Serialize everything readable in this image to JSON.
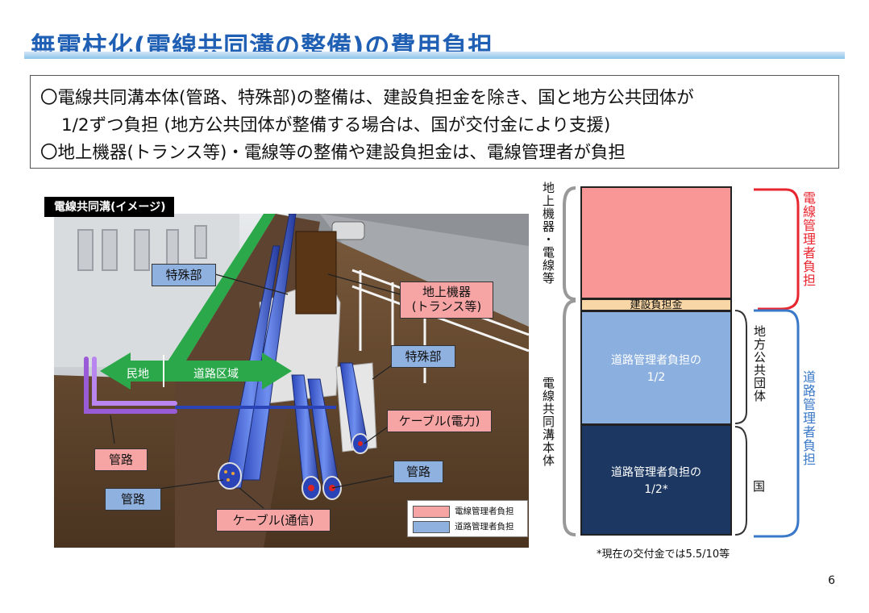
{
  "title": "無電柱化(電線共同溝の整備)の費用負担",
  "summary": {
    "line1": "〇電線共同溝本体(管路、特殊部)の整備は、建設負担金を除き、国と地方公共団体が",
    "line2": "1/2ずつ負担 (地方公共団体が整備する場合は、国が交付金により支援)",
    "line3": "〇地上機器(トランス等)・電線等の整備や建設負担金は、電線管理者が負担"
  },
  "illustration": {
    "label": "電線共同溝(イメージ)",
    "callouts": {
      "special_part_1": "特殊部",
      "ground_equipment": "地上機器\n(トランス等)",
      "special_part_2": "特殊部",
      "private_land": "民地",
      "road_area": "道路区域",
      "cable_power": "ケーブル(電力)",
      "pipe_1": "管路",
      "pipe_2": "管路",
      "pipe_3": "管路",
      "cable_comm": "ケーブル(通信)"
    },
    "legend": [
      {
        "label": "電線管理者負担",
        "color": "#f7a4a4"
      },
      {
        "label": "道路管理者負担",
        "color": "#8fb1e0"
      }
    ]
  },
  "cost_diagram": {
    "left_labels": {
      "top": "地上機器・電線等",
      "bottom": "電線共同溝本体"
    },
    "bars": {
      "top": {
        "color": "#f99797"
      },
      "construction": {
        "label": "建設負担金",
        "color": "#f8d6a6"
      },
      "local": {
        "label": "道路管理者負担の\n1/2",
        "color": "#8bb0e0"
      },
      "national": {
        "label": "道路管理者負担の\n1/2*",
        "color": "#1b3762"
      }
    },
    "inner_labels": {
      "local": "地方公共団体",
      "national": "国"
    },
    "right_labels": {
      "electric": "電線管理者負担",
      "road": "道路管理者負担"
    },
    "colors": {
      "electric_text": "#e8262f",
      "road_text": "#3a78c8"
    }
  },
  "footnote": "*現在の交付金では5.5/10等",
  "page_number": "6"
}
